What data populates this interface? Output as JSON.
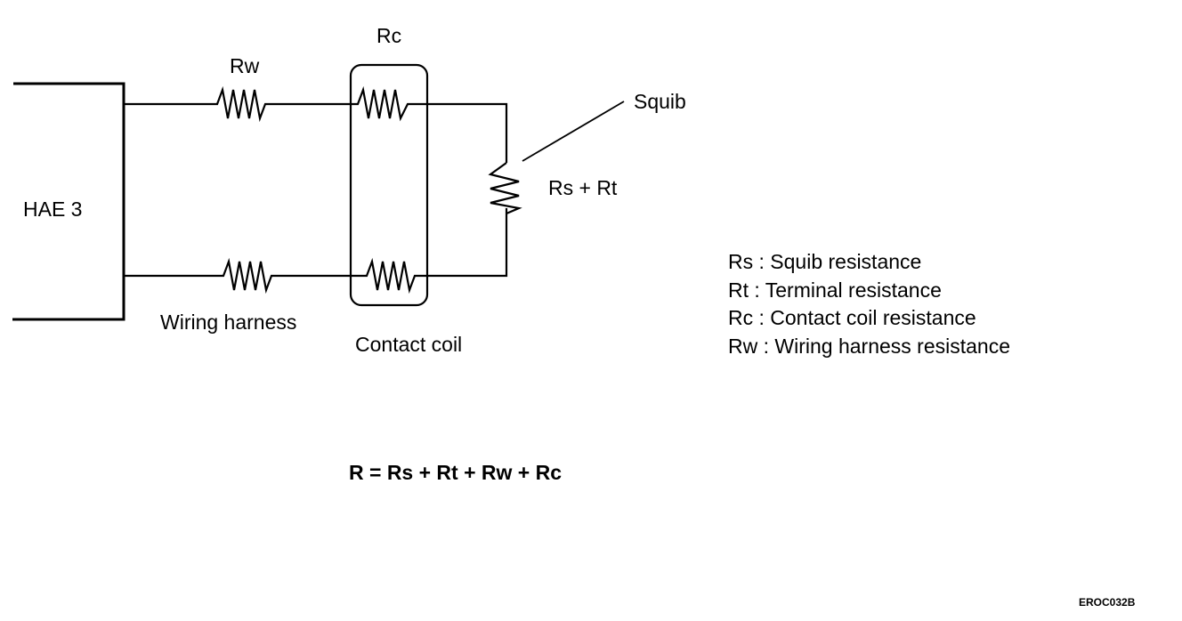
{
  "labels": {
    "module": "HAE 3",
    "rw": "Rw",
    "rc": "Rc",
    "squib": "Squib",
    "rs_rt": "Rs + Rt",
    "wiring_harness": "Wiring harness",
    "contact_coil": "Contact coil"
  },
  "legend": [
    "Rs : Squib resistance",
    "Rt : Terminal resistance",
    "Rc : Contact coil resistance",
    "Rw : Wiring harness resistance"
  ],
  "formula": "R = Rs + Rt + Rw + Rc",
  "figure_code": "EROC032B"
}
